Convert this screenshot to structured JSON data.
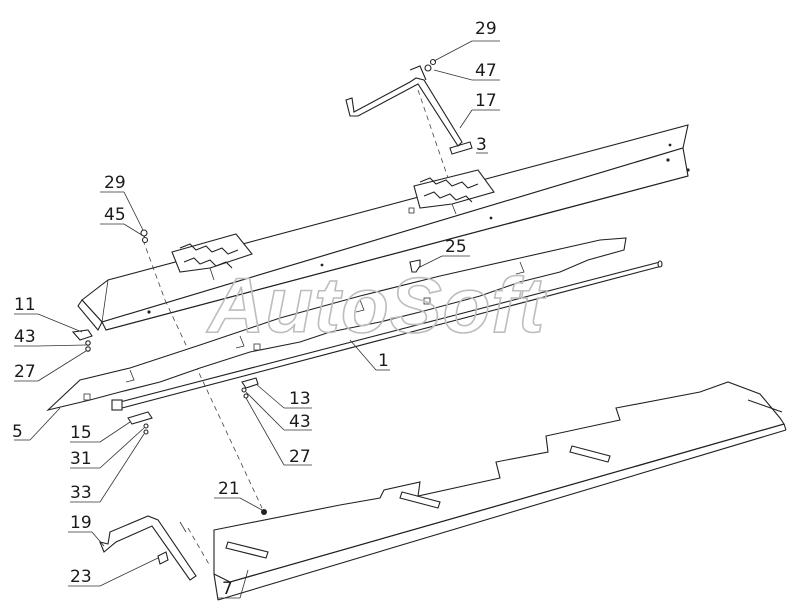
{
  "watermark": "AutoSoft",
  "labels": {
    "p29a": "29",
    "p47": "47",
    "p17": "17",
    "p3": "3",
    "p29b": "29",
    "p45": "45",
    "p25": "25",
    "p11": "11",
    "p43a": "43",
    "p27a": "27",
    "p1": "1",
    "p5": "5",
    "p13": "13",
    "p43b": "43",
    "p15": "15",
    "p31": "31",
    "p33": "33",
    "p27b": "27",
    "p21": "21",
    "p19": "19",
    "p23": "23",
    "p7": "7"
  }
}
